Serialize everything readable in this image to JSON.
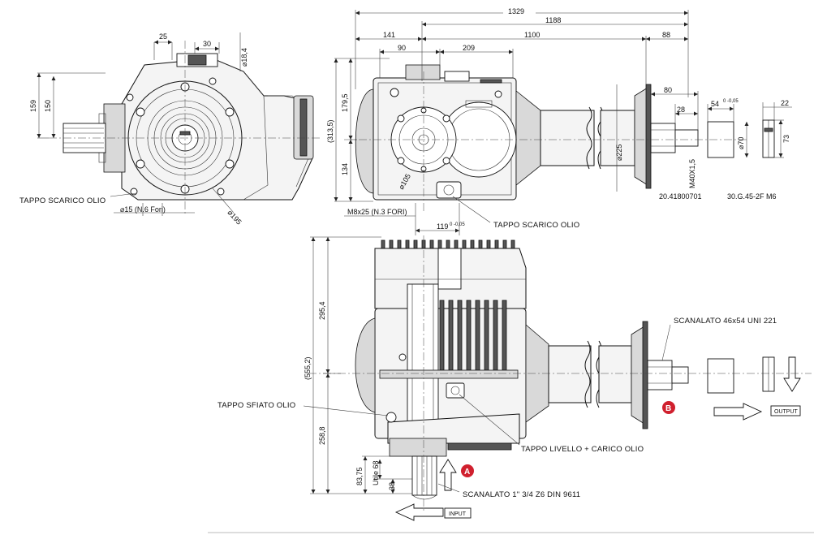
{
  "dimensions": {
    "d25": "25",
    "d30": "30",
    "d18_4": "⌀18,4",
    "d159": "159",
    "d150": "150",
    "d15": "⌀15 (N.6 Fori)",
    "d195": "⌀195",
    "d1329": "1329",
    "d1188": "1188",
    "d141": "141",
    "d1100": "1100",
    "d88": "88",
    "d90": "90",
    "d209": "209",
    "d179_5": "179,5",
    "d313_5": "(313,5)",
    "d134": "134",
    "d105": "⌀105",
    "d225": "⌀225",
    "d80": "80",
    "d28": "28",
    "d54": "54",
    "d22": "22",
    "d70": "⌀70",
    "d73": "73",
    "m40": "M40X1,5",
    "m8": "M8x25 (N.3 FORI)",
    "d119": "119",
    "d295_4": "295,4",
    "d555_2": "(555,2)",
    "d258_8": "258,8",
    "d83_75": "83,75",
    "d38": "38",
    "utile": "Utile 68"
  },
  "tolerances": {
    "t54": "0 -0,05",
    "t119": "0 -0,05"
  },
  "labels": {
    "tappo_scarico_1": "TAPPO SCARICO OLIO",
    "tappo_scarico_2": "TAPPO SCARICO OLIO",
    "part_1": "20.41800701",
    "part_2": "30.G.45-2F M6",
    "scanalato_46": "SCANALATO 46x54 UNI 221",
    "tappo_sfiato": "TAPPO SFIATO OLIO",
    "tappo_livello": "TAPPO LIVELLO + CARICO OLIO",
    "scanalato_1_3_4": "SCANALATO 1\" 3/4 Z6 DIN 9611",
    "output_box": "OUTPUT",
    "input_box": "INPUT"
  },
  "markers": {
    "a": "A",
    "b": "B"
  },
  "colors": {
    "marker_red": "#d0202e",
    "line": "#111111"
  }
}
